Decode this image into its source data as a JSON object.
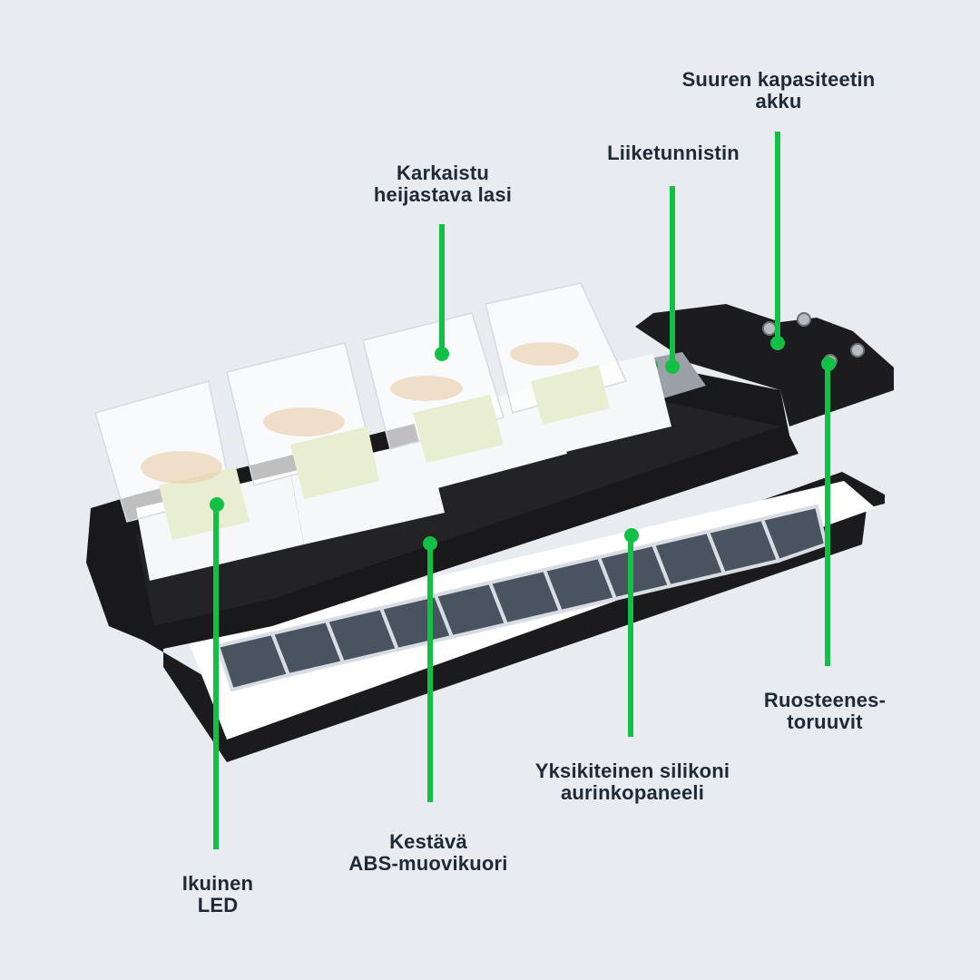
{
  "background_color": "#e8ebf0",
  "accent_color": "#12c045",
  "text_color": "#1e2a38",
  "callouts": [
    {
      "id": "battery",
      "lines": [
        "Suuren kapasiteetin",
        "akku"
      ]
    },
    {
      "id": "motion-sensor",
      "lines": [
        "Liiketunnistin"
      ]
    },
    {
      "id": "tempered-glass",
      "lines": [
        "Karkaistu",
        "heijastava lasi"
      ]
    },
    {
      "id": "rustproof-screws",
      "lines": [
        "Ruosteenes-",
        "toruuvit"
      ]
    },
    {
      "id": "solar-panel",
      "lines": [
        "Yksikiteinen silikoni",
        "aurinkopaneeli"
      ]
    },
    {
      "id": "abs-shell",
      "lines": [
        "Kestävä",
        "ABS-muovikuori"
      ]
    },
    {
      "id": "led",
      "lines": [
        "Ikuinen",
        "LED"
      ]
    }
  ]
}
